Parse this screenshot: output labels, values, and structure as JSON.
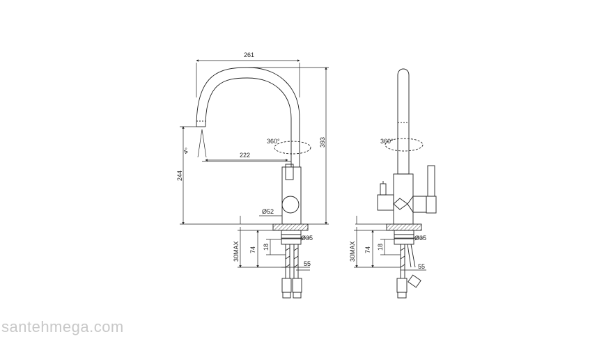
{
  "side_view": {
    "dimensions": {
      "width_total": "261",
      "height_total": "393",
      "reach": "222",
      "spout_height": "244",
      "angle": "4°",
      "rotation": "360°",
      "body_diameter": "Ø52",
      "shank_diameter": "Ø35",
      "max_thickness": "30MAX",
      "shank_length": "74",
      "thread_length": "18",
      "hose_length": "55"
    }
  },
  "front_view": {
    "dimensions": {
      "rotation": "360°",
      "shank_diameter": "Ø35",
      "max_thickness": "30MAX",
      "shank_length": "74",
      "thread_length": "18",
      "hose_length": "55"
    }
  },
  "watermark": "santehmega.com",
  "colors": {
    "line": "#222222",
    "watermark": "#c8c8c8",
    "hatch": "#555555"
  }
}
